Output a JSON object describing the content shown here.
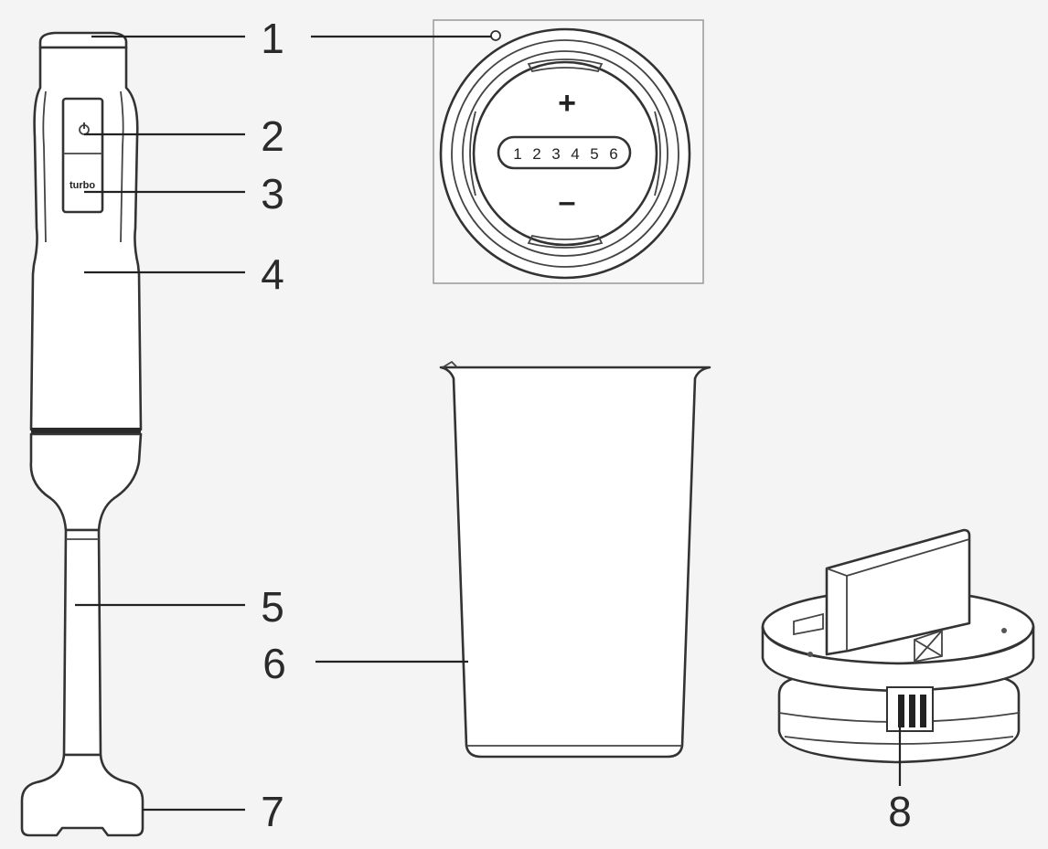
{
  "diagram": {
    "callouts": [
      {
        "id": "1",
        "label": "1"
      },
      {
        "id": "2",
        "label": "2"
      },
      {
        "id": "3",
        "label": "3"
      },
      {
        "id": "4",
        "label": "4"
      },
      {
        "id": "5",
        "label": "5"
      },
      {
        "id": "6",
        "label": "6"
      },
      {
        "id": "7",
        "label": "7"
      },
      {
        "id": "8",
        "label": "8"
      }
    ],
    "speed_dial": {
      "plus": "+",
      "minus": "–",
      "speeds": [
        "1",
        "2",
        "3",
        "4",
        "5",
        "6"
      ]
    },
    "buttons": {
      "turbo_label": "turbo"
    }
  }
}
